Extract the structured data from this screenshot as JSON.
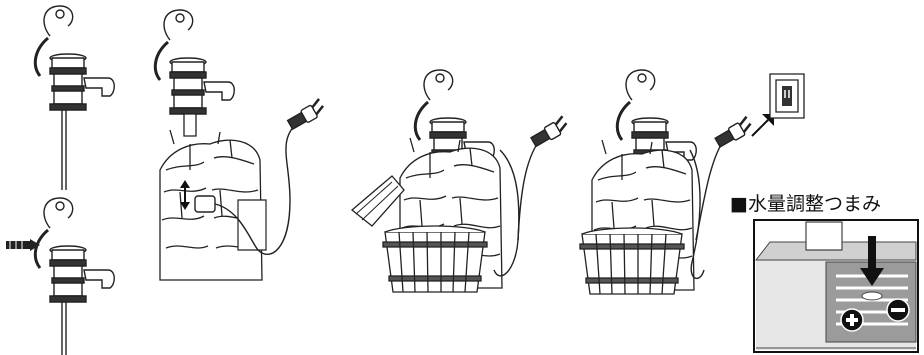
{
  "callout": {
    "title": "■水量調整つまみ"
  },
  "steps": [
    {
      "id": "step-1",
      "icon": "pump-handle-assembly"
    },
    {
      "id": "step-2",
      "icon": "pump-connect-to-base"
    },
    {
      "id": "step-3",
      "icon": "insert-spout"
    },
    {
      "id": "step-4",
      "icon": "fountain-with-plug"
    },
    {
      "id": "step-5",
      "icon": "plug-into-outlet"
    }
  ],
  "knob": {
    "plus_icon": "plus-icon",
    "minus_icon": "minus-icon",
    "arrow_icon": "down-arrow-icon"
  }
}
